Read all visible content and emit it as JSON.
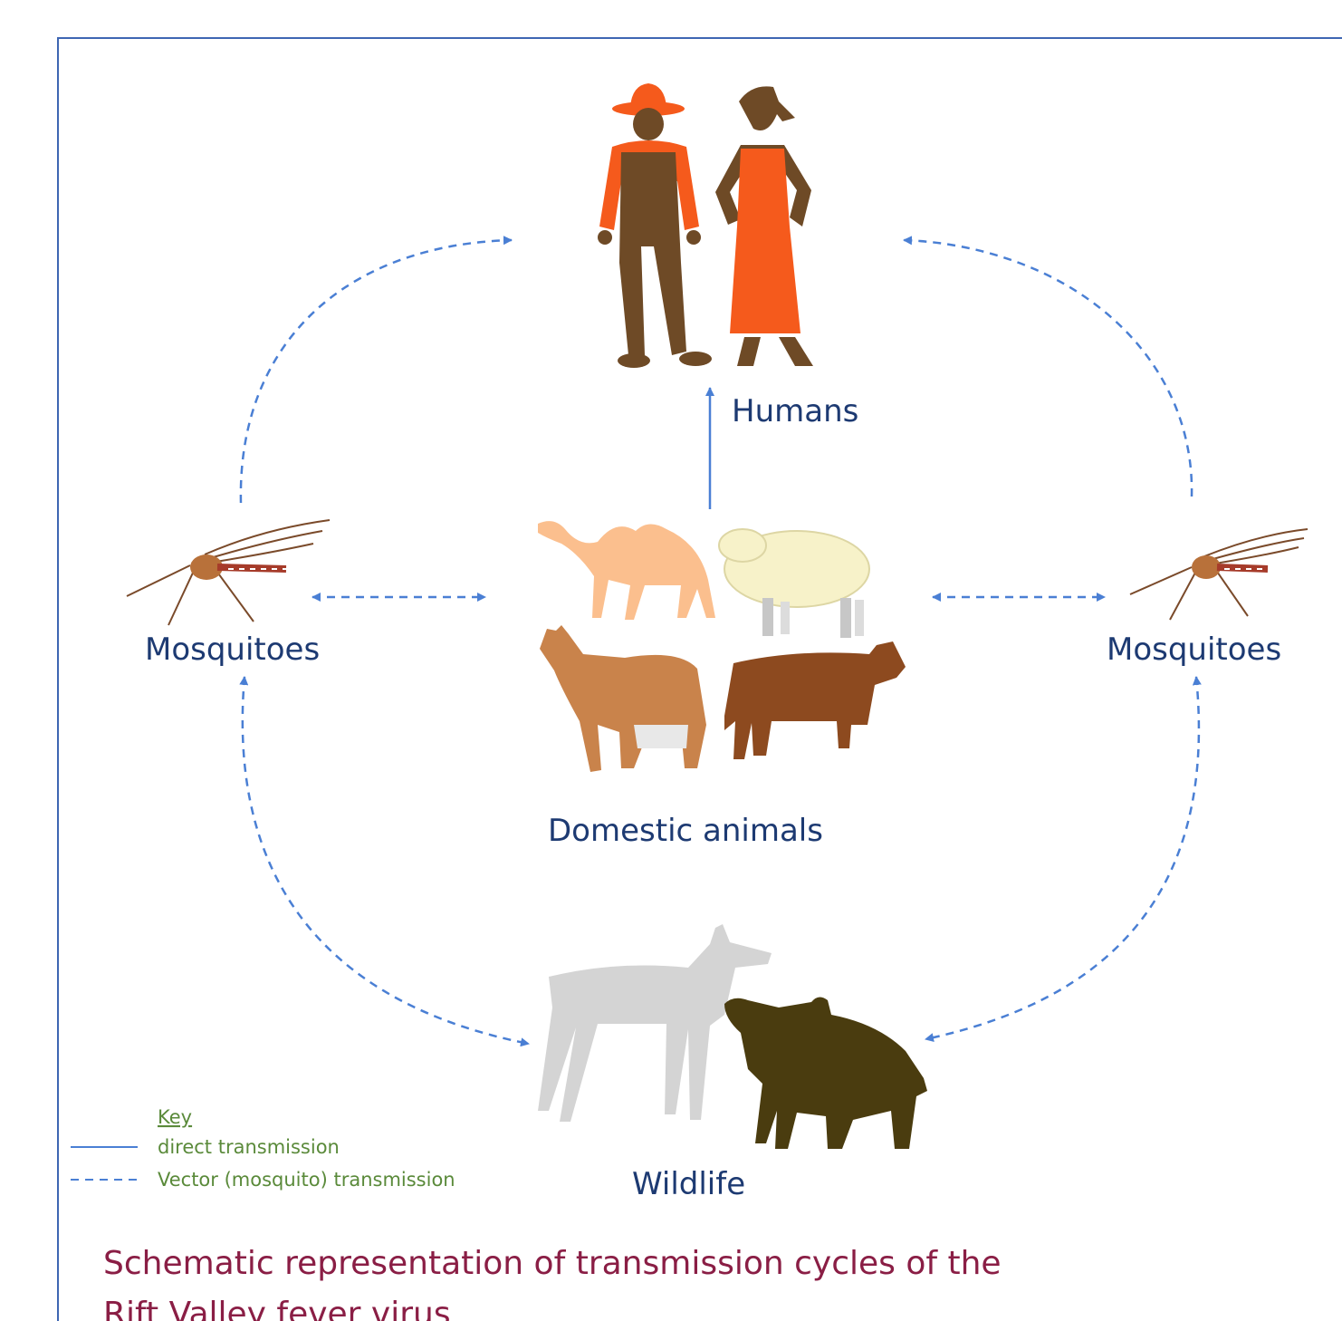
{
  "nodes": {
    "humans": "Humans",
    "domestic": "Domestic animals",
    "wildlife": "Wildlife",
    "mosquitoes_left": "Mosquitoes",
    "mosquitoes_right": "Mosquitoes"
  },
  "key": {
    "title": "Key",
    "direct": "direct transmission",
    "vector": "Vector (mosquito) transmission"
  },
  "caption": {
    "line1": "Schematic representation of transmission cycles  of the",
    "line2": "Rift Valley fever virus"
  },
  "colors": {
    "label": "#1d3a72",
    "arrow": "#4a7fd4",
    "key": "#5a8a3a",
    "caption": "#8a1e45",
    "frame": "#3e66b3"
  }
}
